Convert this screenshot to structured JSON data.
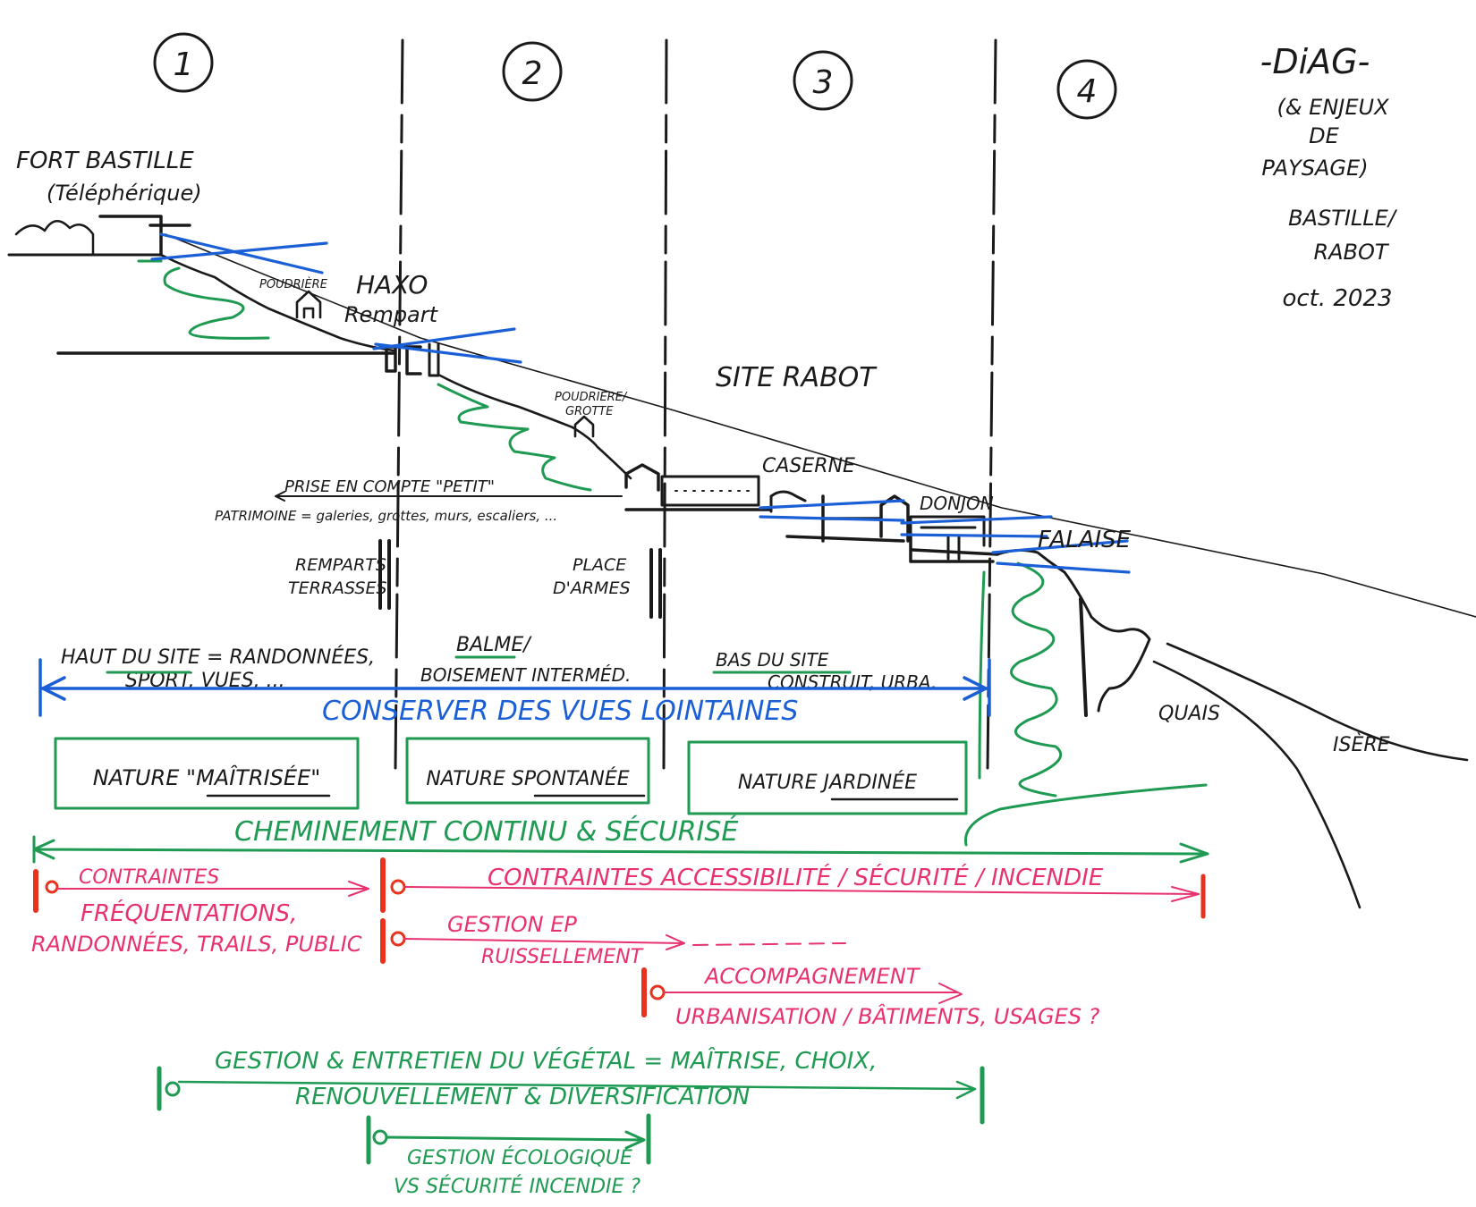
{
  "colors": {
    "ink": "#1a1a1a",
    "green": "#1e9a52",
    "blue": "#1a5fd6",
    "pink": "#e8326e",
    "red": "#e8321e"
  },
  "zones": [
    "1",
    "2",
    "3",
    "4"
  ],
  "header": {
    "title": "-DiAG-",
    "subtitle_1": "(& ENJEUX",
    "subtitle_2": "DE",
    "subtitle_3": "PAYSAGE)",
    "site_1": "BASTILLE/",
    "site_2": "RABOT",
    "date": "oct. 2023"
  },
  "landmarks": {
    "fort_1": "FORT BASTILLE",
    "fort_2": "(Téléphérique)",
    "poudriere": "POUDRIÈRE",
    "haxo": "HAXO",
    "rempart": "Rempart",
    "site_rabot": "SITE RABOT",
    "poudriere_grotte_1": "POUDRIÈRE/",
    "poudriere_grotte_2": "GROTTE",
    "caserne": "CASERNE",
    "donjon": "DONJON",
    "falaise": "FALAISE",
    "quais": "QUAIS",
    "isere": "ISÈRE"
  },
  "notes": {
    "petit_1": "PRISE EN COMPTE \"PETIT\"",
    "petit_2": "PATRIMOINE = galeries, grottes, murs, escaliers, ...",
    "remparts_1": "REMPARTS",
    "remparts_2": "TERRASSES",
    "place_1": "PLACE",
    "place_2": "D'ARMES"
  },
  "bands": {
    "haut_1": "HAUT DU SITE = RANDONNÉES,",
    "haut_2": "SPORT, VUES, ...",
    "balme_1": "BALME/",
    "balme_2": "BOISEMENT INTERMÉD.",
    "bas_1": "BAS DU SITE",
    "bas_2": "CONSTRUIT, URBA."
  },
  "blue_axis": "CONSERVER DES VUES LOINTAINES",
  "nature_boxes": [
    "NATURE \"MAÎTRISÉE\"",
    "NATURE SPONTANÉE",
    "NATURE JARDINÉE"
  ],
  "green_axis": "CHEMINEMENT CONTINU & SÉCURISÉ",
  "constraints": {
    "c1_1": "CONTRAINTES",
    "c1_2": "FRÉQUENTATIONS,",
    "c1_3": "RANDONNÉES, TRAILS, PUBLIC",
    "c2": "CONTRAINTES ACCESSIBILITÉ / SÉCURITÉ / INCENDIE",
    "c3_1": "GESTION EP",
    "c3_2": "RUISSELLEMENT",
    "c4_1": "ACCOMPAGNEMENT",
    "c4_2": "URBANISATION / BÂTIMENTS, USAGES ?"
  },
  "vegetal": {
    "v1_1": "GESTION & ENTRETIEN DU VÉGÉTAL = MAÎTRISE, CHOIX,",
    "v1_2": "RENOUVELLEMENT & DIVERSIFICATION",
    "v2_1": "GESTION ÉCOLOGIQUE",
    "v2_2": "VS SÉCURITÉ INCENDIE ?"
  }
}
